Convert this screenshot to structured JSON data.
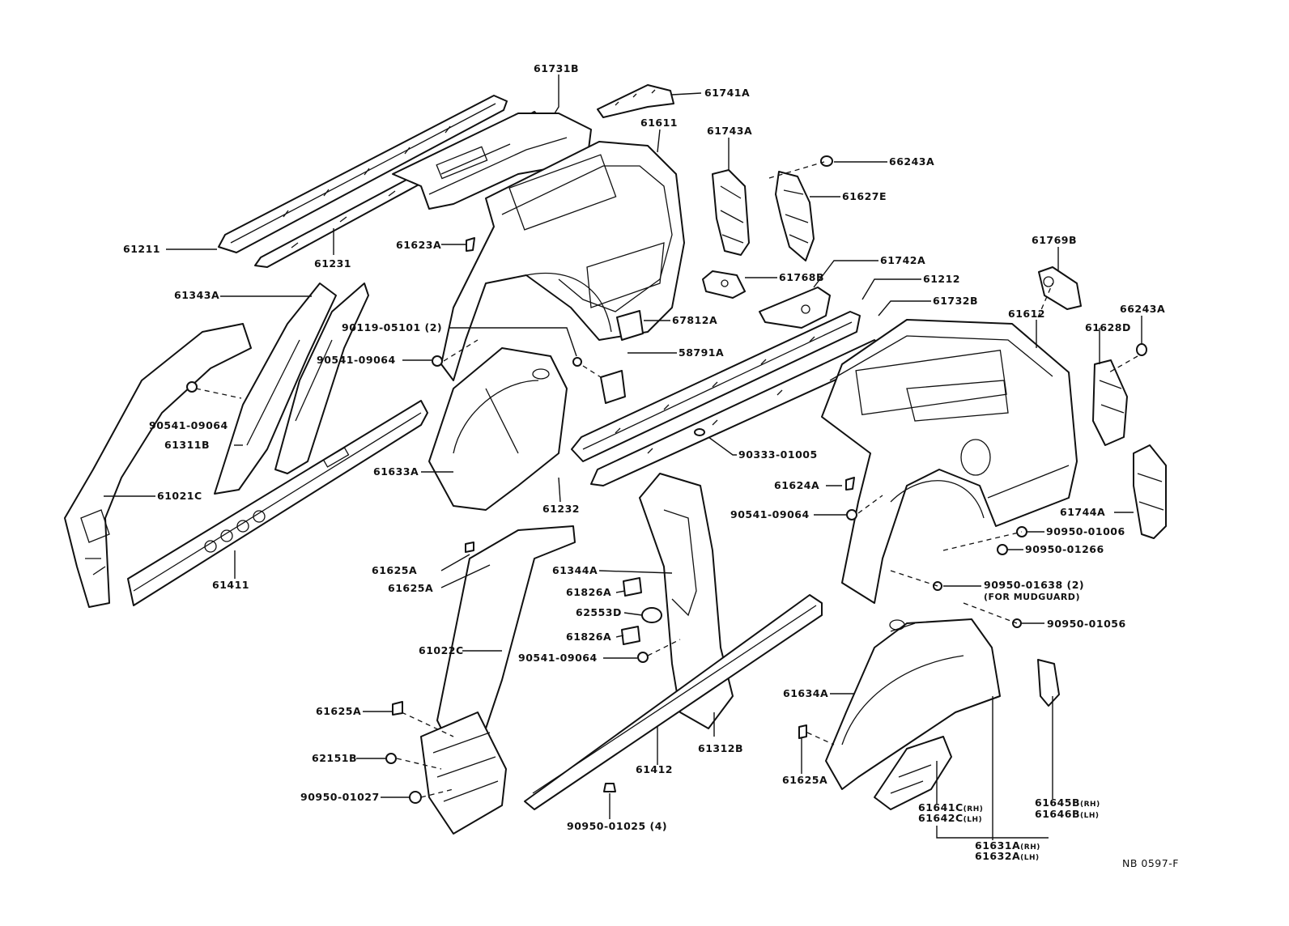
{
  "diagram": {
    "ref_code": "NB 0597-F",
    "labels": {
      "p61731B": "61731B",
      "p61741A": "61741A",
      "p61611": "61611",
      "p61743A": "61743A",
      "p66243A_top": "66243A",
      "p61627E": "61627E",
      "p61211": "61211",
      "p61231": "61231",
      "p61623A": "61623A",
      "p61768B": "61768B",
      "p61742A": "61742A",
      "p61212": "61212",
      "p61732B": "61732B",
      "p61769B": "61769B",
      "p61612": "61612",
      "p66243A_right": "66243A",
      "p61343A": "61343A",
      "p90119": "90119-05101 (2)",
      "p67812A": "67812A",
      "p90541_a": "90541-09064",
      "p58791A": "58791A",
      "p61628D": "61628D",
      "p90541_b": "90541-09064",
      "p61311B": "61311B",
      "p90333": "90333-01005",
      "p61633A": "61633A",
      "p61021C": "61021C",
      "p61624A": "61624A",
      "p90541_c": "90541-09064",
      "p61232": "61232",
      "p61744A": "61744A",
      "p90950_01006": "90950-01006",
      "p90950_01266": "90950-01266",
      "p61625A_a": "61625A",
      "p61625A_b": "61625A",
      "p61344A": "61344A",
      "p61411": "61411",
      "p90950_01638": "90950-01638 (2)",
      "p90950_01638_note": "(FOR MUDGUARD)",
      "p61826A_a": "61826A",
      "p62553D": "62553D",
      "p90950_01056": "90950-01056",
      "p61826A_b": "61826A",
      "p90541_d": "90541-09064",
      "p61022C": "61022C",
      "p61634A": "61634A",
      "p61625A_c": "61625A",
      "p61312B": "61312B",
      "p62151B": "62151B",
      "p61412": "61412",
      "p61625A_d": "61625A",
      "p90950_01027": "90950-01027",
      "p61641C": "61641C",
      "p61641C_side": "(RH)",
      "p61642C": "61642C",
      "p61642C_side": "(LH)",
      "p61645B": "61645B",
      "p61645B_side": "(RH)",
      "p61646B": "61646B",
      "p61646B_side": "(LH)",
      "p90950_01025": "90950-01025 (4)",
      "p61631A": "61631A",
      "p61631A_side": "(RH)",
      "p61632A": "61632A",
      "p61632A_side": "(LH)"
    }
  }
}
